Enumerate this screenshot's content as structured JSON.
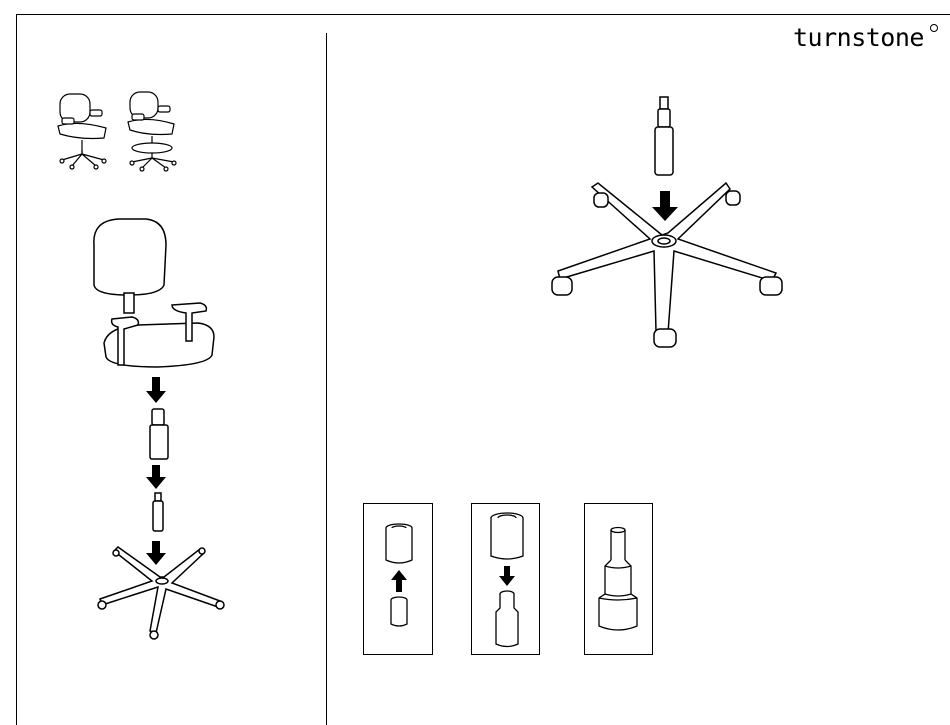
{
  "brand": {
    "logo_text": "turnstone"
  },
  "colors": {
    "line": "#000000",
    "background": "#ffffff"
  },
  "figures": {
    "chair_variants": [
      "desk-chair-icon",
      "stool-chair-icon"
    ],
    "assembly_steps": [
      "seat-onto-cylinder",
      "cylinder-onto-base",
      "base-with-casters"
    ],
    "detail_panels": [
      "cylinder-cover-up",
      "cylinder-cover-down",
      "cover-installed"
    ]
  }
}
